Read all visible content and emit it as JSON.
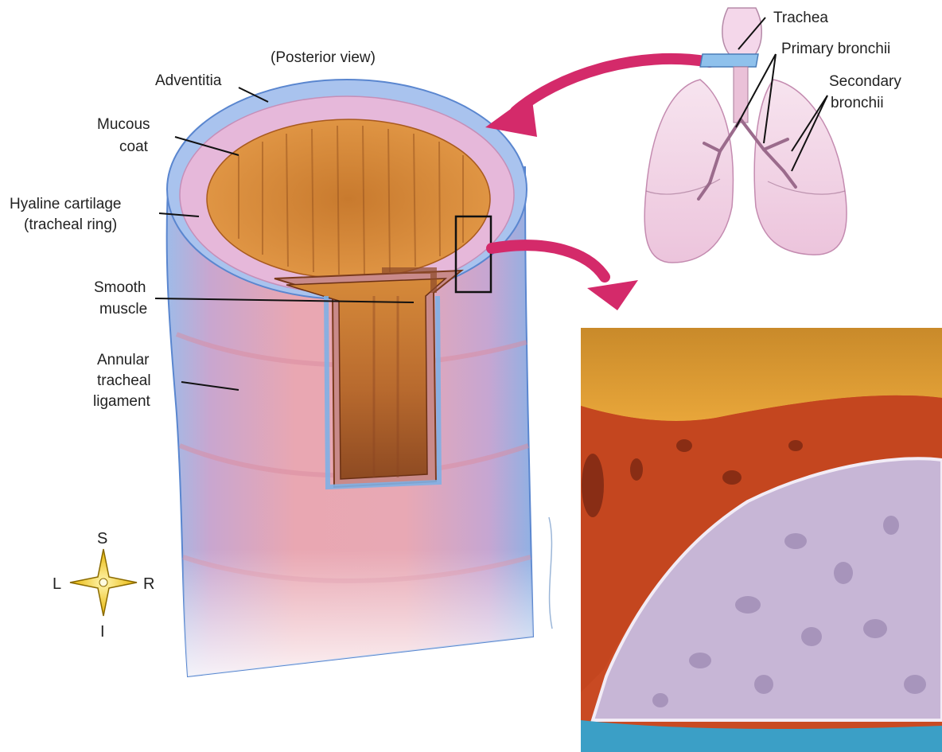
{
  "view_caption": "(Posterior view)",
  "labels": {
    "adventitia": "Adventitia",
    "mucous_coat_1": "Mucous",
    "mucous_coat_2": "coat",
    "hyaline_1": "Hyaline cartilage",
    "hyaline_2": "(tracheal ring)",
    "smooth_1": "Smooth",
    "smooth_2": "muscle",
    "annular_1": "Annular",
    "annular_2": "tracheal",
    "annular_3": "ligament",
    "trachea": "Trachea",
    "primary_bronchii": "Primary bronchii",
    "secondary_1": "Secondary",
    "secondary_2": "bronchii"
  },
  "compass": {
    "up": "S",
    "down": "I",
    "left": "L",
    "right": "R"
  },
  "colors": {
    "adventitia_blue": "#8fb4e3",
    "cartilage_pink": "#e8b7d9",
    "mucosa_orange": "#d9893a",
    "muscle_brown": "#a0532e",
    "arrow_magenta": "#d42a6a",
    "micrograph_orange": "#e0902a",
    "micrograph_red": "#c94a23",
    "micrograph_lavender": "#c6b4d3",
    "micrograph_blue": "#3b9fc6",
    "lung_pink": "#f2d3e6"
  }
}
